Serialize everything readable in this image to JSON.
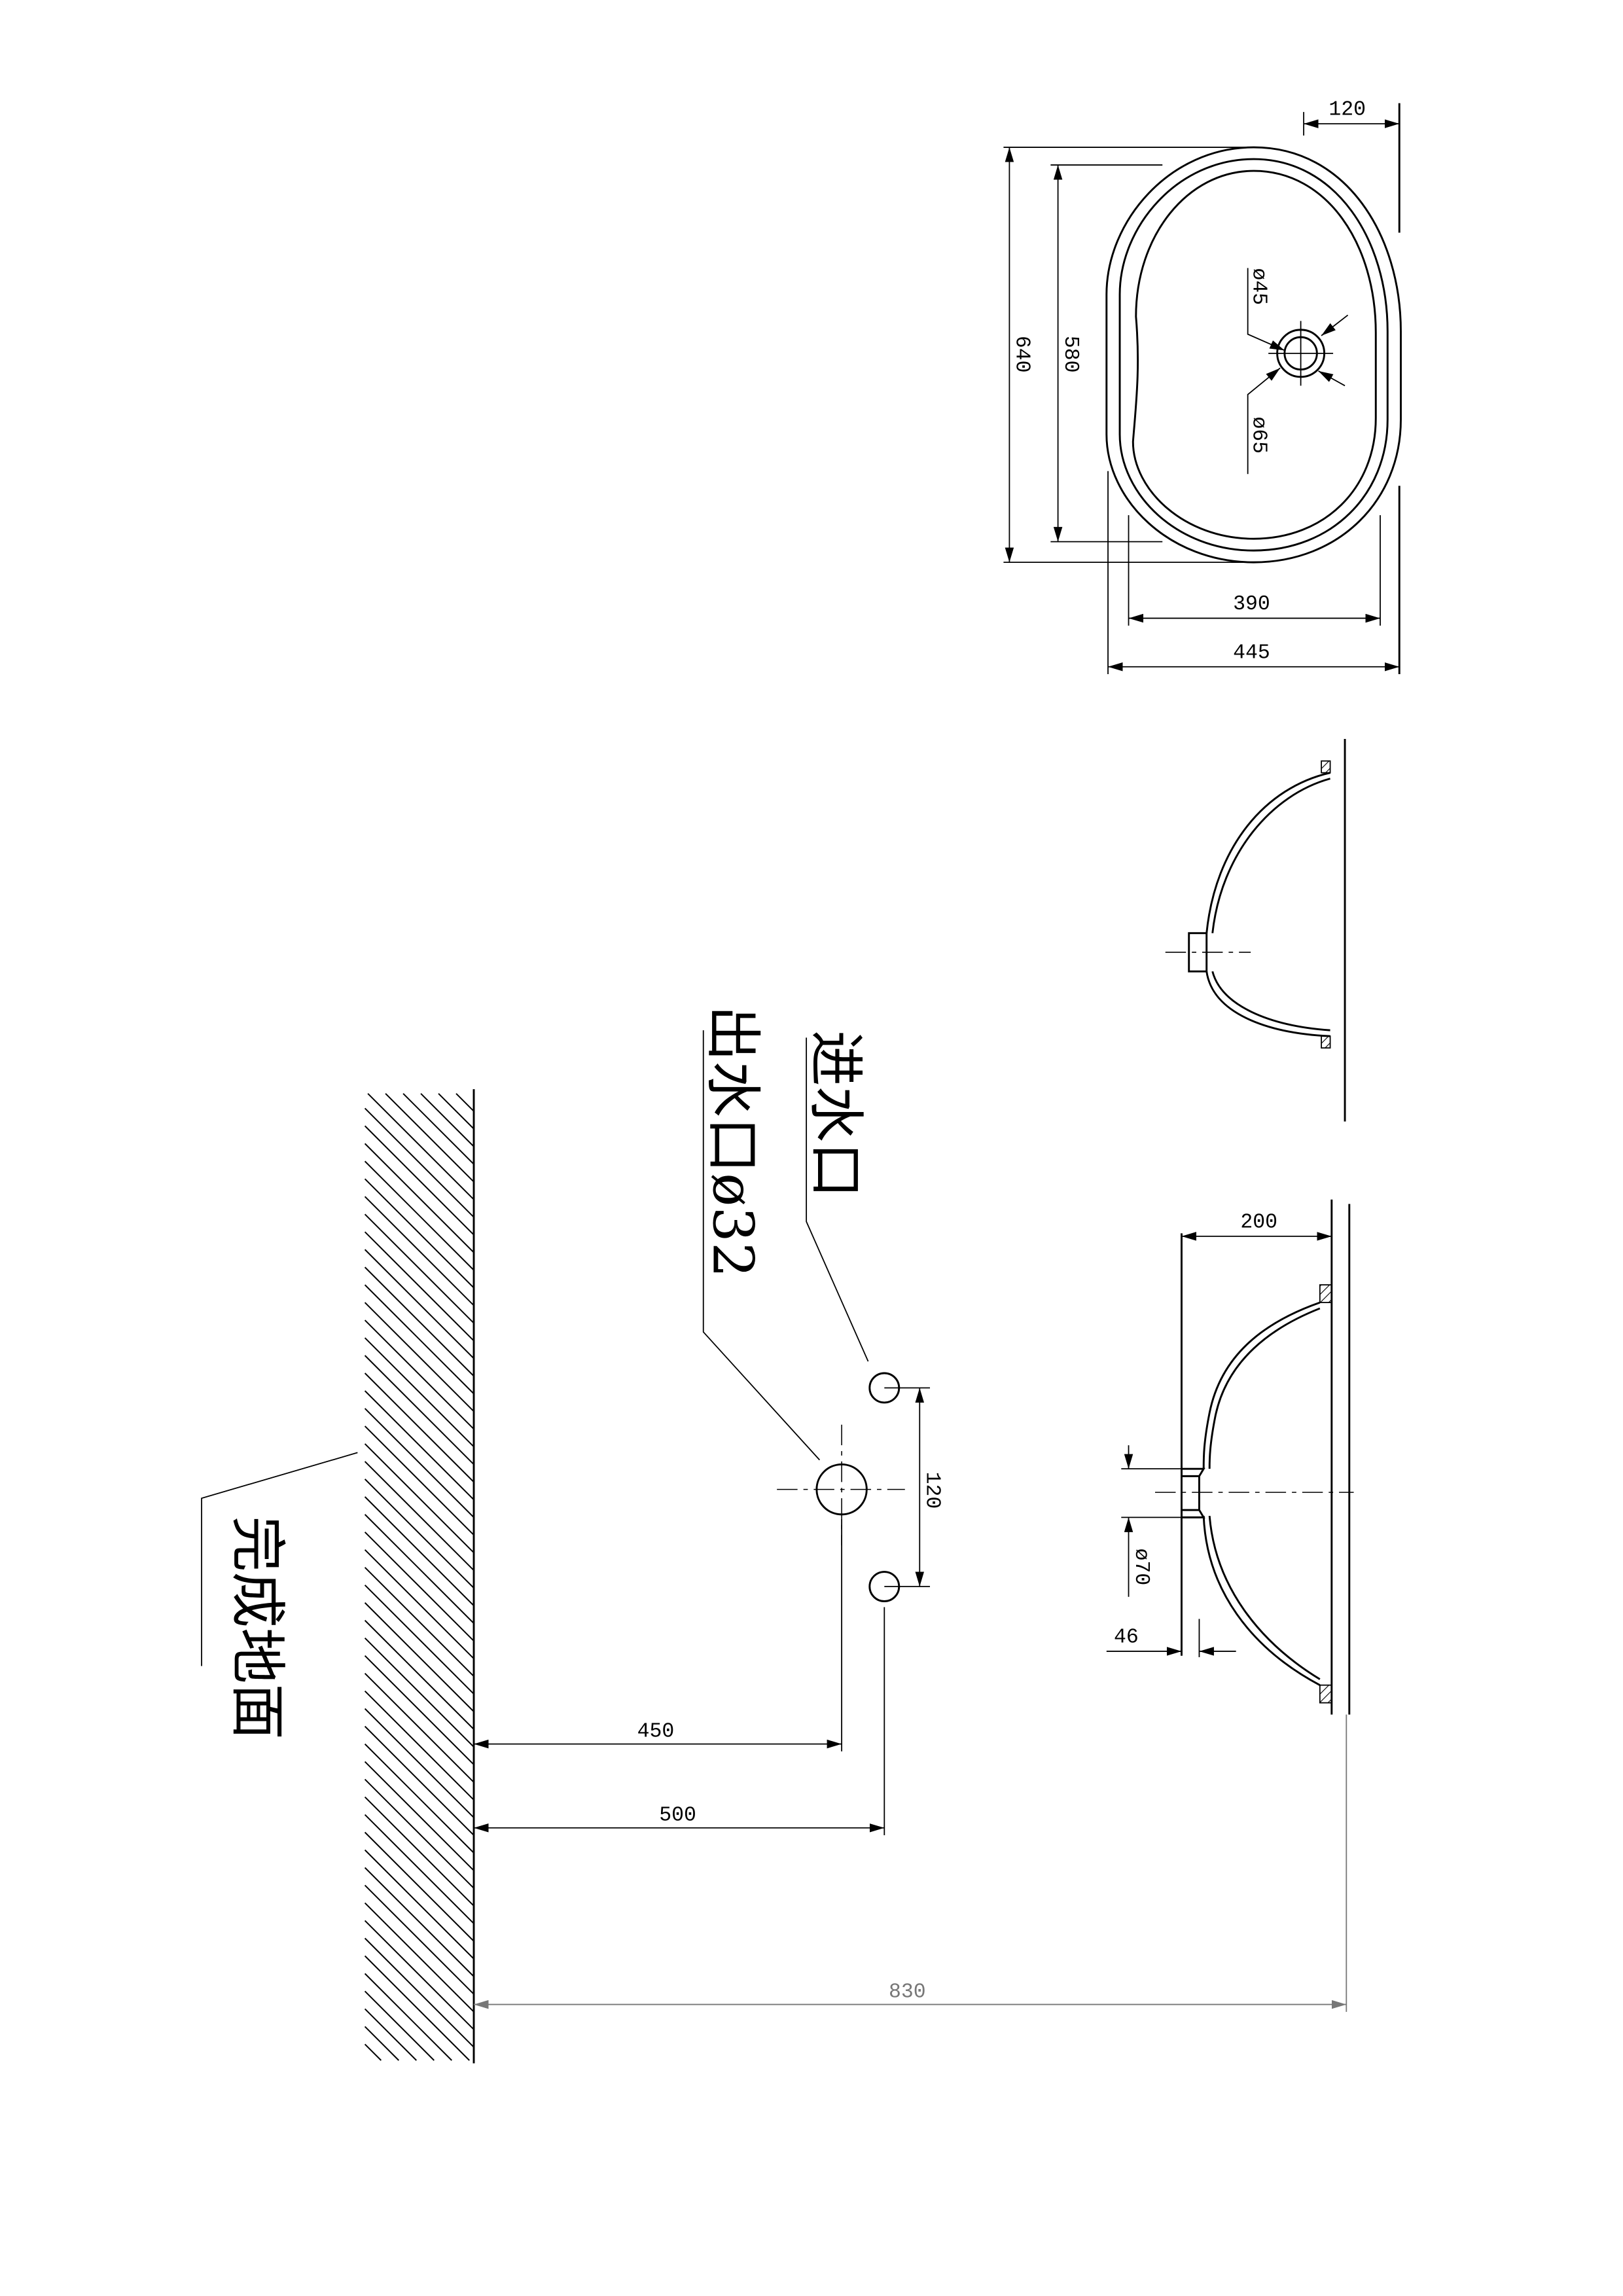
{
  "top_view": {
    "dims": {
      "width_outer": "445",
      "width_inner": "390",
      "length_outer": "640",
      "length_inner": "580",
      "drain_offset": "120"
    },
    "drain": {
      "inner_dia": "ø45",
      "outer_dia": "ø65"
    }
  },
  "side_view": {
    "dims": {
      "depth": "200",
      "outlet_dia": "ø70",
      "outlet_length": "46"
    }
  },
  "installation": {
    "labels": {
      "inlet": "进水口",
      "outlet": "出水口ø32",
      "floor": "完成地面"
    },
    "dims": {
      "inlet_spacing": "120",
      "outlet_height": "450",
      "inlet_height": "500",
      "basin_height": "830"
    }
  },
  "colors": {
    "line": "#000000",
    "secondary_dim": "#777777"
  }
}
